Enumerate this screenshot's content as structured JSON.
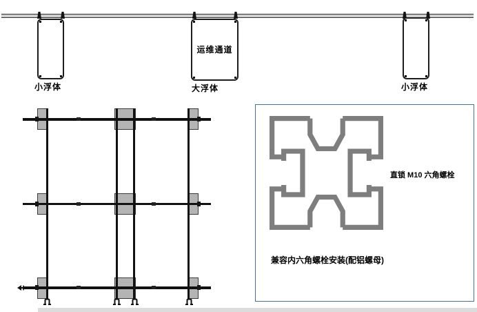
{
  "page": {
    "background": "#ffffff"
  },
  "cross_section": {
    "floats": [
      {
        "type": "small",
        "label": "小浮体"
      },
      {
        "type": "large",
        "label": "大浮体",
        "inner_label": "运维通道"
      },
      {
        "type": "small",
        "label": "小浮体"
      }
    ]
  },
  "detail_panel": {
    "callout_bolt": "直锁 M10 六角螺栓",
    "caption_install": "兼容内六角螺栓安装(配铝螺母)"
  },
  "colors": {
    "panel_border": "#41719c",
    "profile_gray": "#7e7e7e",
    "pad_fill": "#b4b4b4",
    "line_dark": "#161616"
  }
}
